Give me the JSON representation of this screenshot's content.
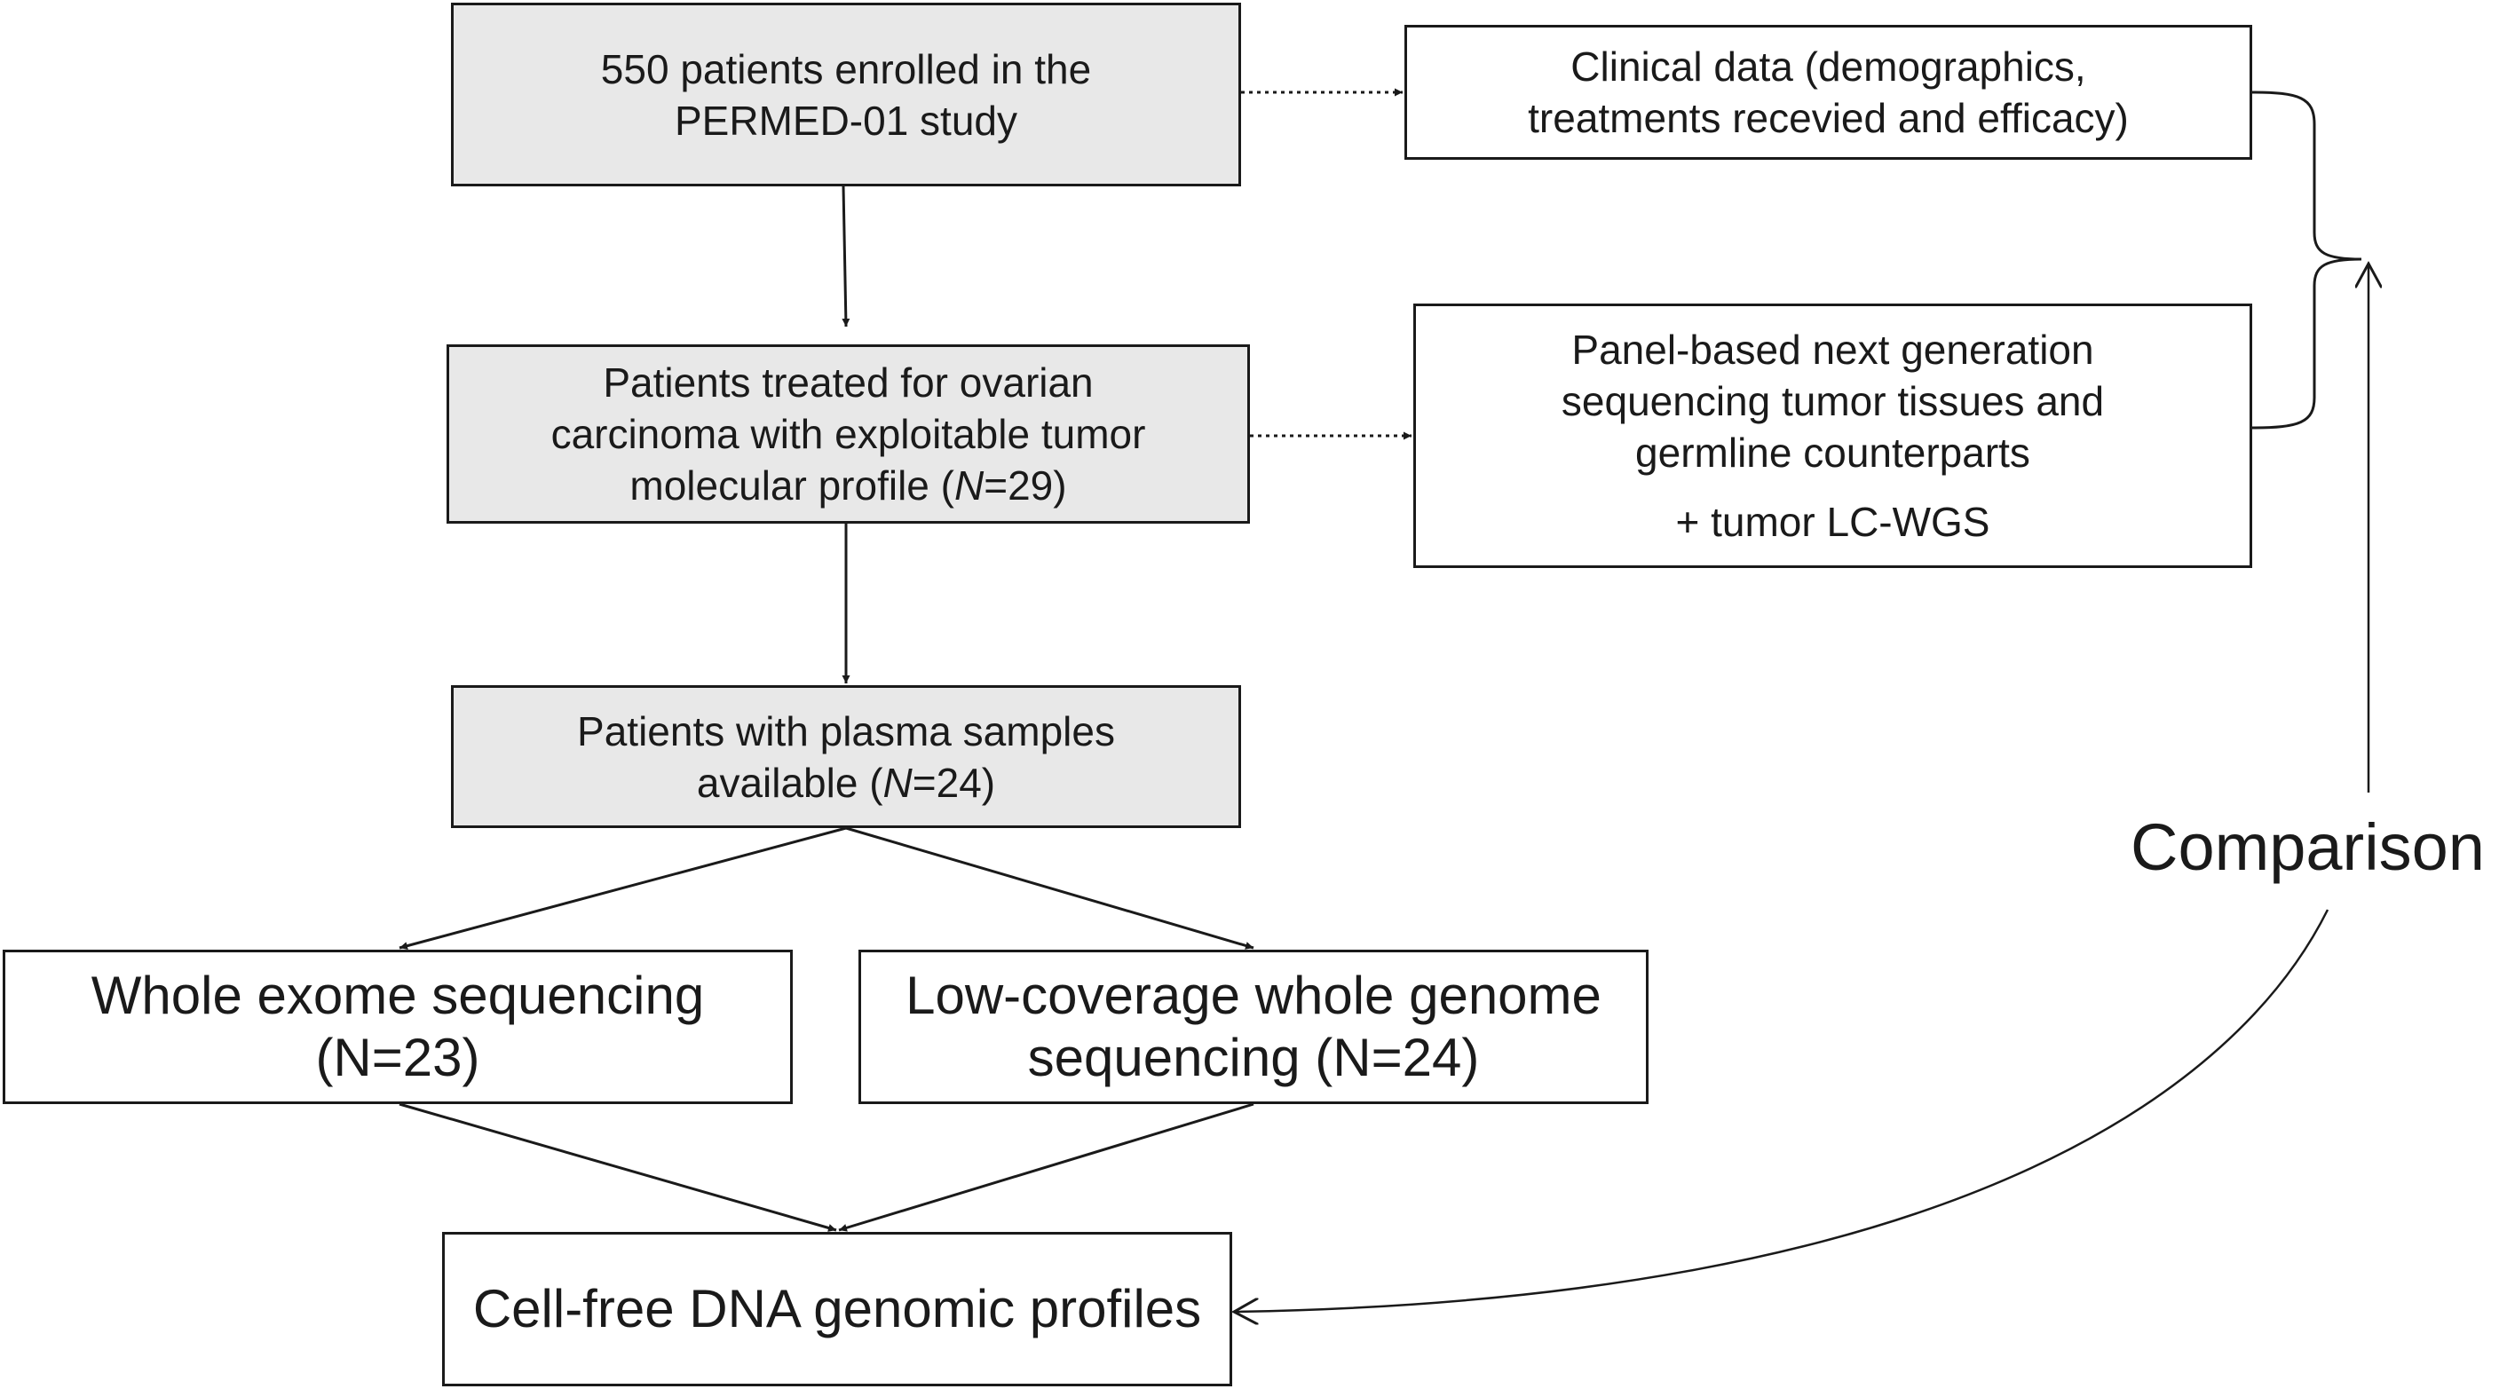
{
  "boxes": {
    "enrolled": {
      "line1": "550 patients enrolled in the",
      "line2": "PERMED-01 study"
    },
    "ovarian": {
      "line1": "Patients treated for ovarian",
      "line2": "carcinoma with exploitable tumor",
      "line3_prefix": "molecular profile (",
      "line3_n": "N",
      "line3_suffix": "=29)"
    },
    "plasma": {
      "line1": "Patients with plasma samples",
      "line2_prefix": "available (",
      "line2_n": "N",
      "line2_suffix": "=24)"
    },
    "wes": {
      "line1": "Whole exome sequencing",
      "line2": "(N=23)"
    },
    "lcwgs": {
      "line1": "Low-coverage whole genome",
      "line2": "sequencing (N=24)"
    },
    "cfdna": {
      "line1": "Cell-free DNA genomic profiles"
    },
    "clinical": {
      "line1": "Clinical data (demographics,",
      "line2": "treatments recevied and efficacy)"
    },
    "panel": {
      "line1": "Panel-based next generation",
      "line2": "sequencing tumor tissues and",
      "line3": "germline counterparts",
      "line4": "+ tumor LC-WGS"
    }
  },
  "comparison_label": "Comparison",
  "colors": {
    "gray_box": "#e8e8e8",
    "stroke": "#1a1a1a"
  }
}
